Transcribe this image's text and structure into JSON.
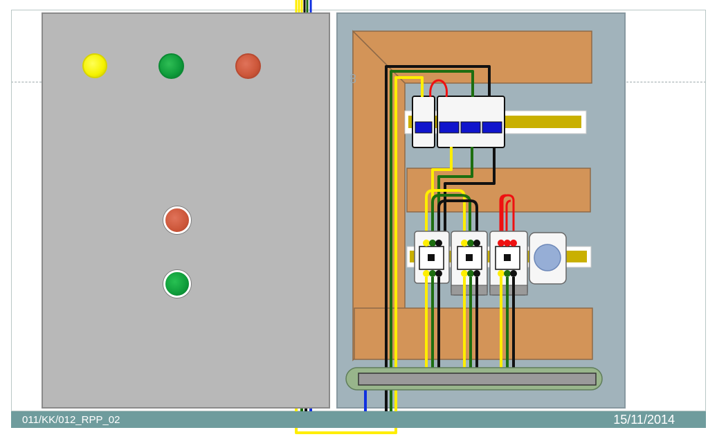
{
  "footer": {
    "code": "011/KK/012_RPP_02",
    "date": "15/11/2014"
  },
  "panel_mark": "8",
  "colors": {
    "door": "#b8b8b8",
    "panel_backplate": "#a1b3bb",
    "duct": "#d39458",
    "din_rail": "#c9b000",
    "wire_yellow": "#ffee00",
    "wire_green": "#1d6e10",
    "wire_black": "#111111",
    "wire_blue": "#1030e0",
    "wire_red": "#ee1111",
    "footer_bar": "#6f9c9d"
  },
  "icons": [
    "indicator-lamp",
    "push-button",
    "circuit-breaker",
    "contactor",
    "overload-relay",
    "terminal-block"
  ]
}
